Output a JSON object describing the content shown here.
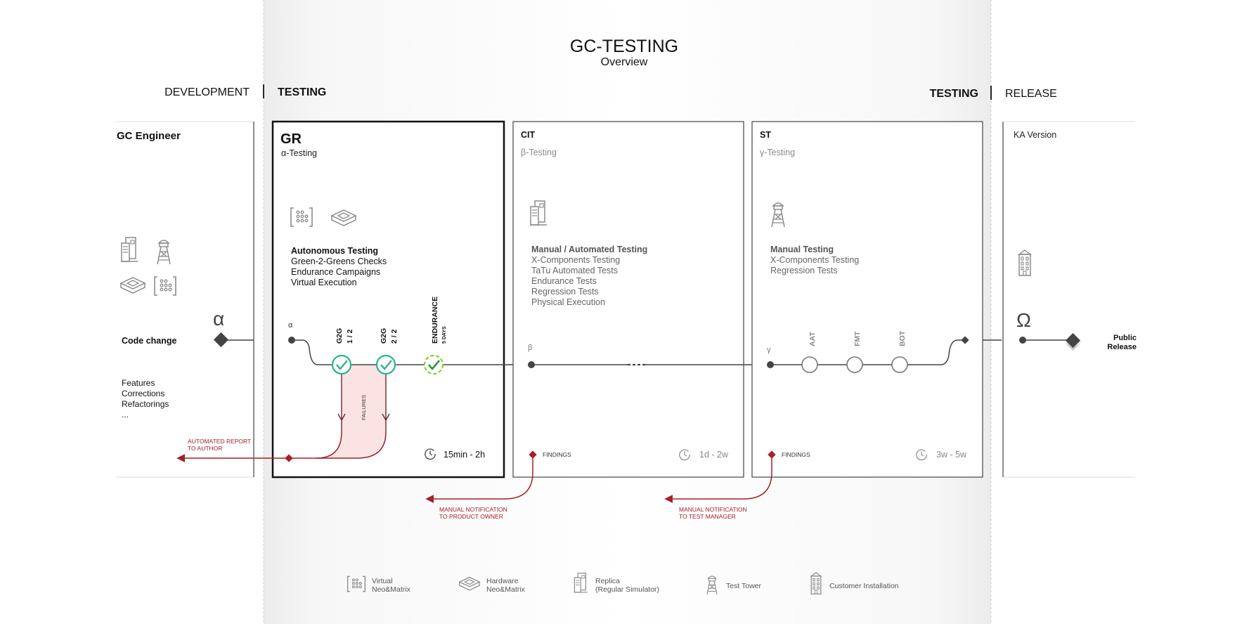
{
  "header": {
    "title": "GC-TESTING",
    "subtitle": "Overview"
  },
  "phases": {
    "development": "DEVELOPMENT",
    "testing_left": "TESTING",
    "testing_right": "TESTING",
    "release": "RELEASE"
  },
  "engineer": {
    "title": "GC Engineer",
    "alpha": "α",
    "code_change": "Code change",
    "items": [
      "Features",
      "Corrections",
      "Refactorings",
      "..."
    ],
    "report": [
      "AUTOMATED REPORT",
      "TO AUTHOR"
    ]
  },
  "gr": {
    "title": "GR",
    "subtitle": "α-Testing",
    "heading": "Autonomous Testing",
    "items": [
      "Green-2-Greens Checks",
      "Endurance Campaigns",
      "Virtual Execution"
    ],
    "alpha": "α",
    "g2g1": [
      "G2G",
      "1 / 2"
    ],
    "g2g2": [
      "G2G",
      "2 / 2"
    ],
    "endurance": [
      "ENDURANCE",
      "5 DAYS"
    ],
    "failures": "FAILURES",
    "duration": "15min - 2h"
  },
  "cit": {
    "title": "CIT",
    "subtitle": "β-Testing",
    "heading": "Manual / Automated Testing",
    "items": [
      "X-Components Testing",
      "TaTu Automated Tests",
      "Endurance Tests",
      "Regression Tests",
      "Physical Execution"
    ],
    "beta": "β",
    "findings": "FINDINGS",
    "duration": "1d - 2w",
    "notify": [
      "MANUAL NOTIFICATION",
      "TO PRODUCT OWNER"
    ]
  },
  "st": {
    "title": "ST",
    "subtitle": "γ-Testing",
    "heading": "Manual Testing",
    "items": [
      "X-Components Testing",
      "Regression Tests"
    ],
    "gamma": "γ",
    "stages": [
      "AAT",
      "FMT",
      "BOT"
    ],
    "findings": "FINDINGS",
    "duration": "3w - 5w",
    "notify": [
      "MANUAL NOTIFICATION",
      "TO TEST MANAGER"
    ]
  },
  "release": {
    "title": "KA Version",
    "omega": "Ω",
    "public": [
      "Public",
      "Release"
    ]
  },
  "legend": {
    "virtual": [
      "Virtual",
      "Neo&Matrix"
    ],
    "hardware": [
      "Hardware",
      "Neo&Matrix"
    ],
    "replica": [
      "Replica",
      "(Regular Simulator)"
    ],
    "tower": "Test Tower",
    "customer": "Customer Installation"
  },
  "colors": {
    "accent_red": "#a4202a",
    "green_check": "#2bb58a",
    "lime": "#8ccc2c",
    "failures_fill": "#fbe3e4",
    "line": "#444444",
    "icon": "#8a8a8a"
  }
}
